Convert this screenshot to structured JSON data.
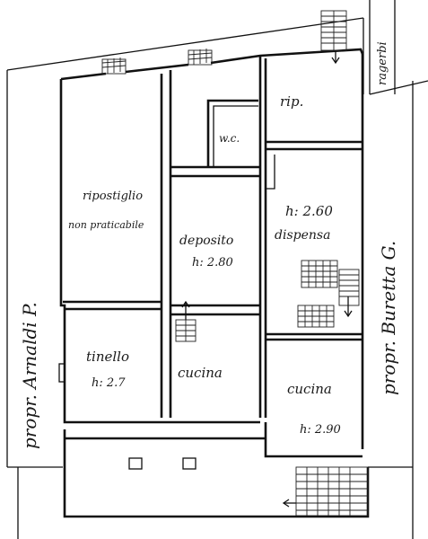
{
  "labels": {
    "neighbor_top_right": "ragerbi",
    "neighbor_left": "propr. Arnaldi P.",
    "neighbor_right": "propr. Buretta G.",
    "storage_non_usable": "ripostiglio",
    "storage_non_usable_2": "non praticabile",
    "rip": "rip.",
    "wc": "w.c.",
    "deposit": "deposito",
    "deposit_height": "h: 2.80",
    "pantry_height": "h: 2.60",
    "pantry": "dispensa",
    "tinello": "tinello",
    "tinello_height": "h: 2.7",
    "cucina_center": "cucina",
    "cucina_right": "cucina",
    "cucina_right_height": "h: 2.90"
  }
}
